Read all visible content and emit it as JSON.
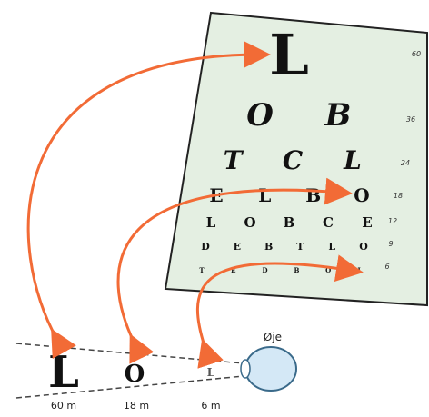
{
  "colors": {
    "chart_fill": "#e4efe2",
    "chart_border": "#222222",
    "arrow": "#f26b36",
    "eye_fill": "#d4e8f6",
    "eye_stroke": "#3a6a8a"
  },
  "chart": {
    "rows": [
      {
        "letters": [
          "L"
        ],
        "size_label": "60"
      },
      {
        "letters": [
          "O",
          "B"
        ],
        "size_label": "36"
      },
      {
        "letters": [
          "T",
          "C",
          "L"
        ],
        "size_label": "24"
      },
      {
        "letters": [
          "E",
          "L",
          "B",
          "O"
        ],
        "size_label": "18"
      },
      {
        "letters": [
          "L",
          "O",
          "B",
          "C",
          "E"
        ],
        "size_label": "12"
      },
      {
        "letters": [
          "D",
          "E",
          "B",
          "T",
          "L",
          "O"
        ],
        "size_label": "9"
      },
      {
        "letters": [
          "T",
          "E",
          "D",
          "B",
          "O",
          "L"
        ],
        "size_label": "6"
      }
    ]
  },
  "bottom": {
    "letters": [
      {
        "char": "L",
        "distance": "60 m"
      },
      {
        "char": "O",
        "distance": "18 m"
      },
      {
        "char": "L",
        "distance": "6 m"
      }
    ],
    "eye_label": "Øje"
  },
  "arrows": {
    "icon": "curved-arrow-icon",
    "count": 3
  }
}
